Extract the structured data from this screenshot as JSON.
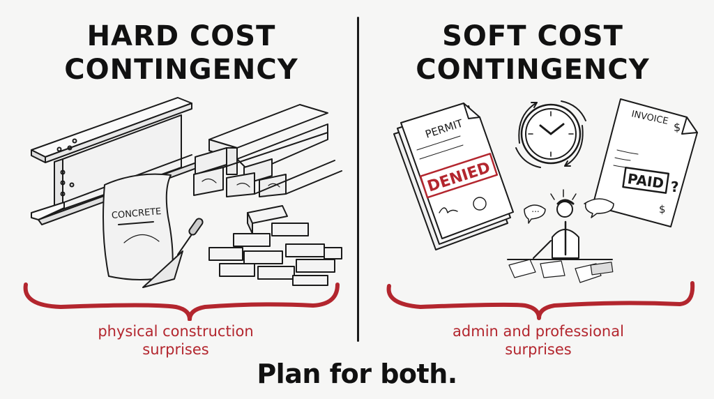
{
  "left_panel": {
    "title_line1": "HARD COST",
    "title_line2": "CONTINGENCY",
    "illustrations": [
      "steel-i-beam",
      "lumber-stack",
      "concrete-bag",
      "trowel",
      "brick-pile"
    ],
    "bag_label": "CONCRETE",
    "caption_line1": "physical construction",
    "caption_line2": "surprises"
  },
  "right_panel": {
    "title_line1": "SOFT COST",
    "title_line2": "CONTINGENCY",
    "illustrations": [
      "permit-document",
      "clock-with-arrows",
      "invoice-document",
      "person-on-phone-at-desk"
    ],
    "permit_label": "PERMIT",
    "stamp_label": "DENIED",
    "invoice_label": "INVOICE",
    "paid_label": "PAID",
    "paid_suffix": "?",
    "dollar": "$",
    "speech_dots": "...",
    "caption_line1": "admin and professional",
    "caption_line2": "surprises"
  },
  "tagline": "Plan for both.",
  "colors": {
    "ink": "#141414",
    "accent_red": "#b3262e",
    "background": "#f6f6f5"
  }
}
